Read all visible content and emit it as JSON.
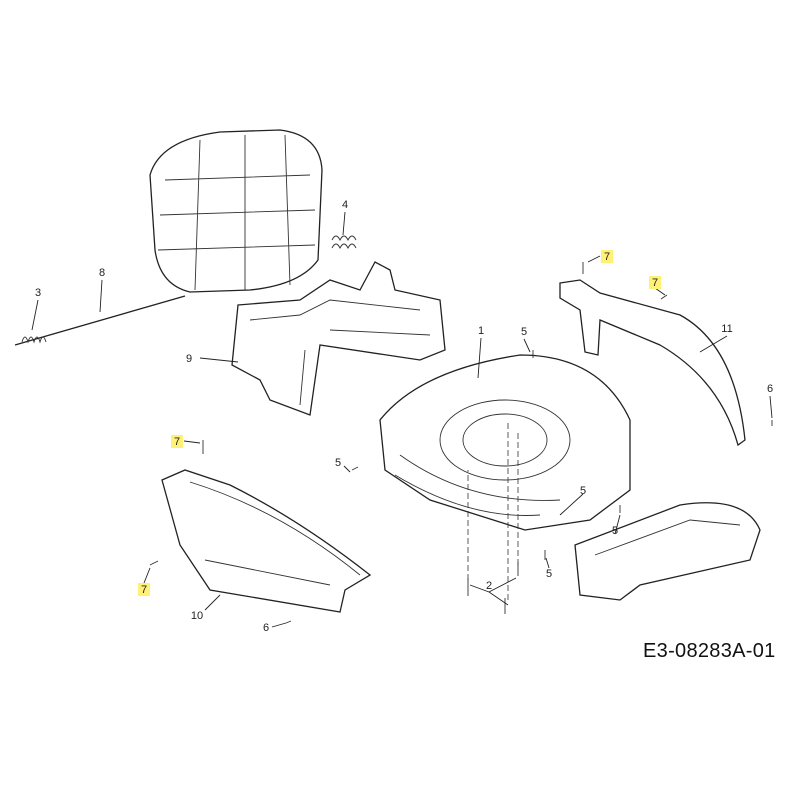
{
  "diagram": {
    "drawing_code": "E3-08283A-01",
    "highlight_color": "#fff176",
    "callouts": [
      {
        "number": "1",
        "highlighted": false
      },
      {
        "number": "2",
        "highlighted": false
      },
      {
        "number": "3",
        "highlighted": false
      },
      {
        "number": "4",
        "highlighted": false
      },
      {
        "number": "5",
        "highlighted": false
      },
      {
        "number": "5",
        "highlighted": false
      },
      {
        "number": "5",
        "highlighted": false
      },
      {
        "number": "5",
        "highlighted": false
      },
      {
        "number": "5",
        "highlighted": false
      },
      {
        "number": "6",
        "highlighted": false
      },
      {
        "number": "6",
        "highlighted": false
      },
      {
        "number": "7",
        "highlighted": true
      },
      {
        "number": "7",
        "highlighted": true
      },
      {
        "number": "7",
        "highlighted": true
      },
      {
        "number": "7",
        "highlighted": true
      },
      {
        "number": "8",
        "highlighted": false
      },
      {
        "number": "9",
        "highlighted": false
      },
      {
        "number": "10",
        "highlighted": false
      },
      {
        "number": "11",
        "highlighted": false
      }
    ]
  }
}
